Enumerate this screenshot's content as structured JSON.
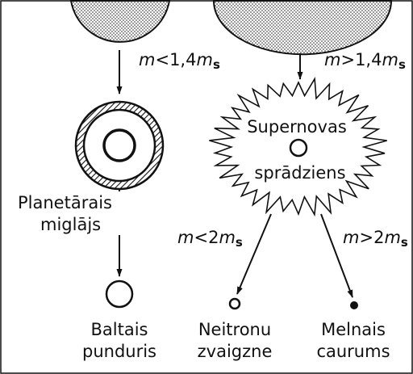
{
  "labels": {
    "mass_low_var": "m",
    "mass_low_rel": "<1,4",
    "mass_high_var": "m",
    "mass_high_rel": ">1,4",
    "mass_sub": "s",
    "mass_lt2_rel": "<2",
    "mass_gt2_rel": ">2",
    "supernova_line1": "Supernovas",
    "supernova_line2": "sprādziens",
    "nebula_line1": "Planetārais",
    "nebula_line2": "miglājs",
    "white_dwarf_line1": "Baltais",
    "white_dwarf_line2": "punduris",
    "neutron_star_line1": "Neitronu",
    "neutron_star_line2": "zvaigzne",
    "black_hole_line1": "Melnais",
    "black_hole_line2": "caurums"
  },
  "colors": {
    "ink": "#111111",
    "background": "#ffffff"
  }
}
